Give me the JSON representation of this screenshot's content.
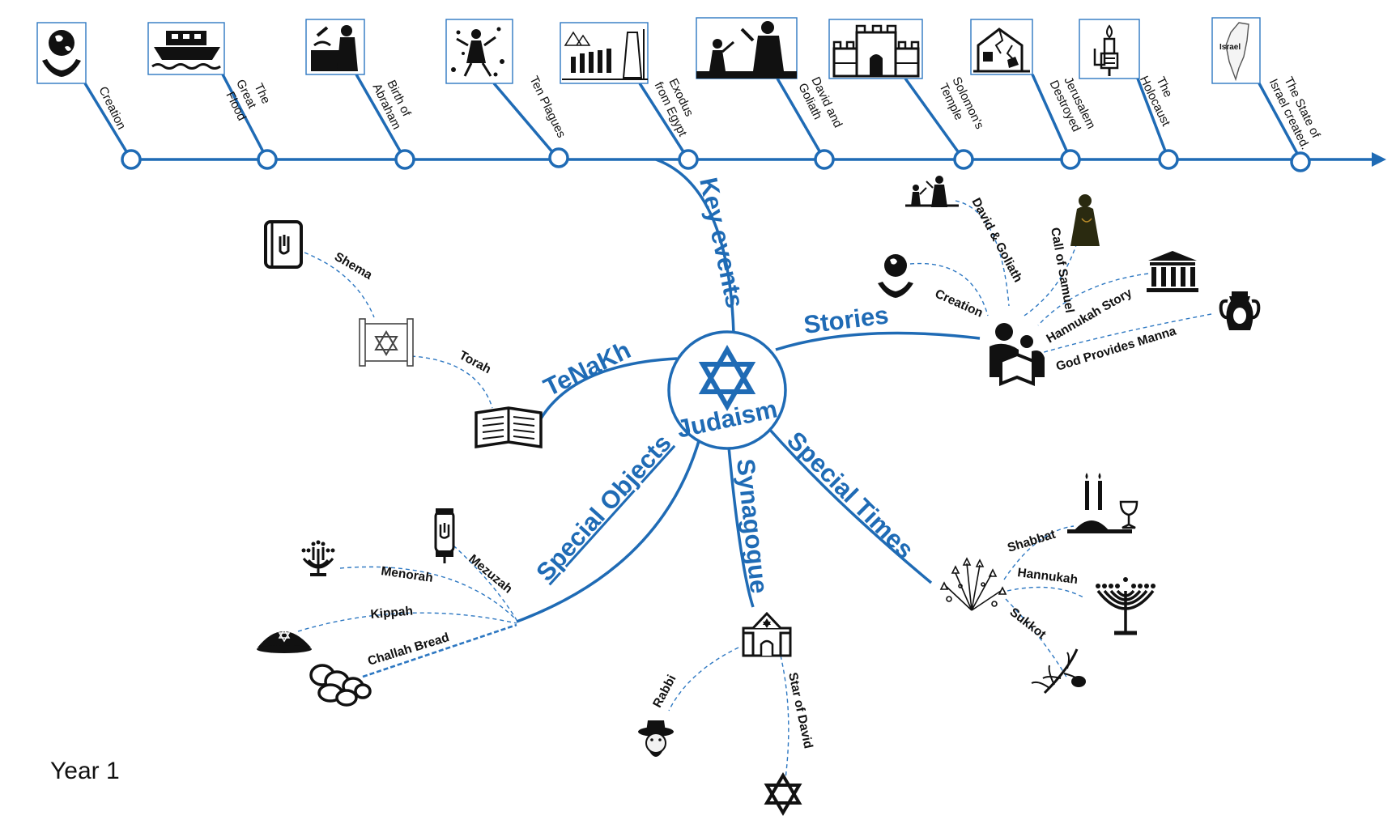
{
  "center": {
    "label": "Judaism"
  },
  "timeline": {
    "events": [
      {
        "label": "Creation",
        "icon": "earth-in-hands-icon"
      },
      {
        "label": "The Great Flood",
        "icon": "ark-icon"
      },
      {
        "label": "Birth of Abraham",
        "icon": "abraham-icon"
      },
      {
        "label": "Ten Plagues",
        "icon": "plagues-icon"
      },
      {
        "label": "Exodus from Egypt",
        "icon": "exodus-icon"
      },
      {
        "label": "David and Goliath",
        "icon": "david-goliath-icon"
      },
      {
        "label": "Solomon's Temple",
        "icon": "temple-icon"
      },
      {
        "label": "Jerusalem Destroyed",
        "icon": "ruined-house-icon"
      },
      {
        "label": "The Holocaust",
        "icon": "memorial-candle-icon"
      },
      {
        "label": "The State of Israel created.",
        "icon": "israel-map-icon"
      }
    ],
    "map_label": "Israel"
  },
  "branches": {
    "key_events": "Key events",
    "stories": "Stories",
    "tenakh": "TeNaKh",
    "special_objects": "Special Objects",
    "synagogue": "Synagogue",
    "special_times": "Special Times"
  },
  "stories": [
    "David & Goliath",
    "Call of Samuel",
    "Creation",
    "Hannukah Story",
    "God Provides Manna"
  ],
  "tenakh": [
    "Shema",
    "Torah"
  ],
  "special_objects": [
    "Menorah",
    "Mezuzah",
    "Kippah",
    "Challah Bread"
  ],
  "synagogue": [
    "Rabbi",
    "Star of David"
  ],
  "special_times": [
    "Shabbat",
    "Hannukah",
    "Sukkot"
  ],
  "footer": {
    "year": "Year 1"
  },
  "colors": {
    "accent": "#1f6bb5",
    "dash": "#2e78c2",
    "text": "#111111"
  }
}
